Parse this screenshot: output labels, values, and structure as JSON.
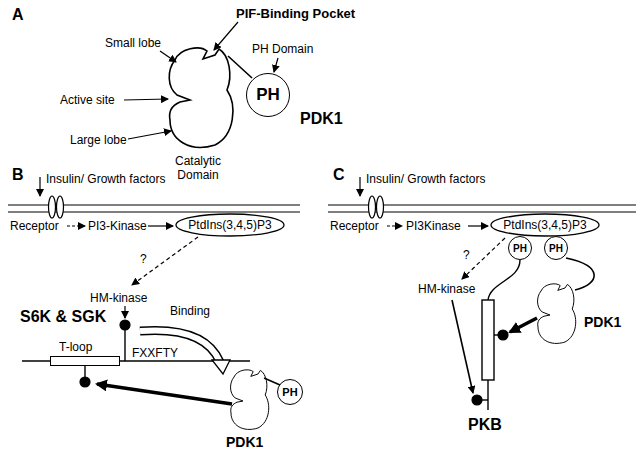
{
  "diagram": {
    "nodes": [
      {
        "text": [
          "PH"
        ]
      },
      {
        "text": [
          "PtdIns(3,4,5)P3"
        ]
      },
      {
        "text": [
          "T-loop"
        ]
      },
      {
        "text": [
          "PH"
        ]
      },
      {
        "text": [
          "PtdIns(3,4,5)P3"
        ]
      },
      {
        "text": [
          "PH"
        ]
      },
      {
        "text": [
          "PH"
        ]
      }
    ],
    "labels": [
      "A",
      "Small lobe",
      "Active site",
      "Large lobe",
      "PIF-Binding Pocket",
      "PH Domain",
      "Catalytic Domain",
      "PDK1",
      "B",
      "Insulin/ Growth factors",
      "Receptor",
      "PI3-Kinase",
      "?",
      "HM-kinase",
      "S6K & SGK",
      "FXXFTY",
      "Binding",
      "PDK1",
      "C",
      "Insulin/ Growth factors",
      "Receptor",
      "PI3Kinase",
      "?",
      "HM-kinase",
      "PKB",
      "PDK1"
    ]
  }
}
